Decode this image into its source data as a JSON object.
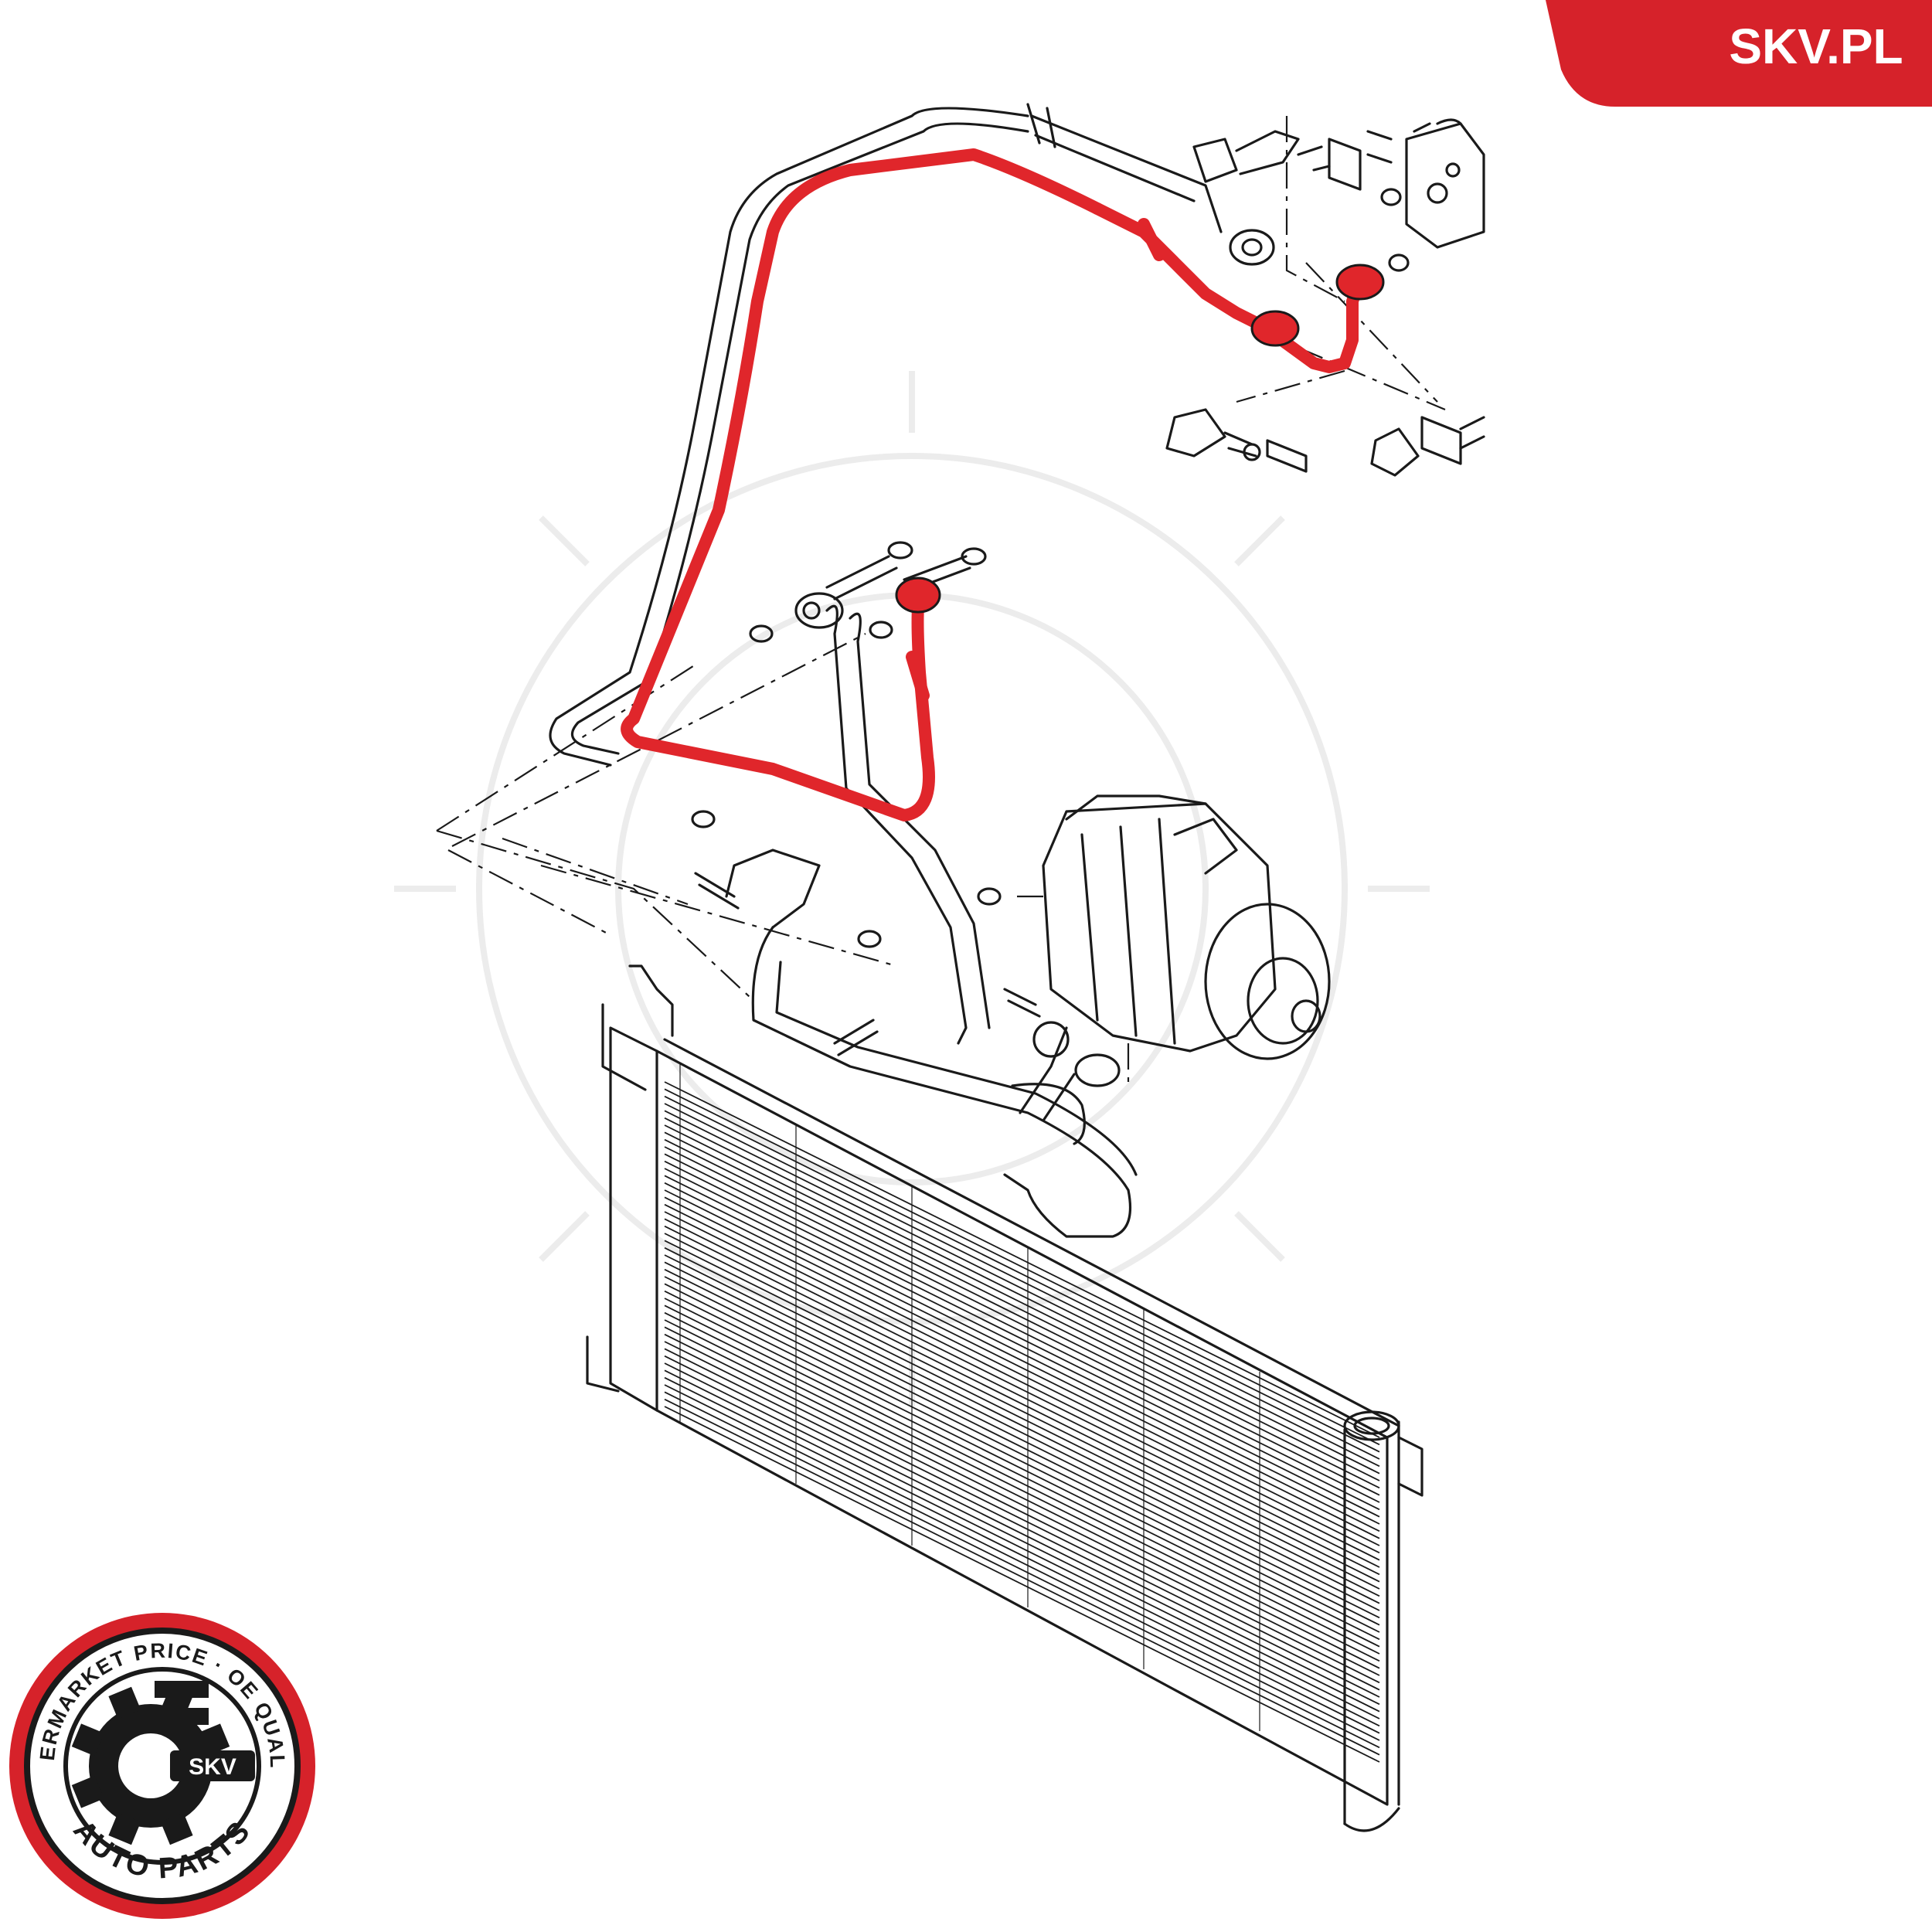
{
  "brand": {
    "site_label": "SKV.PL",
    "accent_color": "#d6222a",
    "seal_ring_text": "AFTERMARKET PRICE · OE QUALITY",
    "seal_bottom_text": "AUTO PARTS",
    "seal_center_text": "SKV"
  },
  "diagram": {
    "highlight_color": "#e0262b",
    "line_color": "#1a1a1a",
    "components": [
      "high-pressure-ac-hose",
      "suction-hose",
      "ac-compressor",
      "ac-condenser",
      "expansion-valve",
      "pressure-switches",
      "mounting-bolts",
      "o-rings"
    ]
  }
}
